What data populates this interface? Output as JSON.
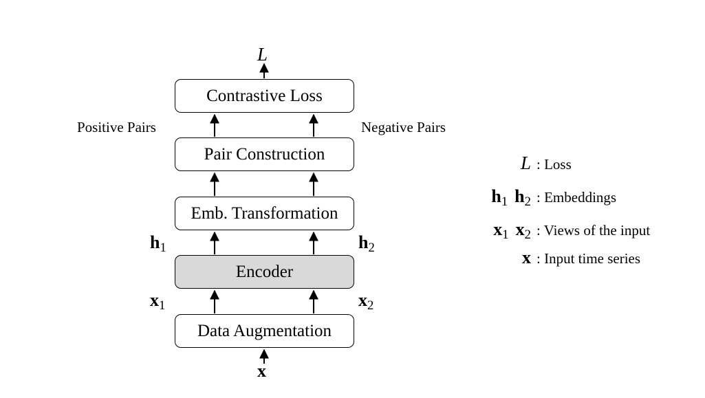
{
  "diagram": {
    "output_symbol": "L",
    "input_symbol": "x",
    "boxes": {
      "contrastive_loss": "Contrastive Loss",
      "pair_construction": "Pair Construction",
      "emb_transformation": "Emb. Transformation",
      "encoder": "Encoder",
      "data_augmentation": "Data Augmentation"
    },
    "side_labels": {
      "positive_pairs": "Positive Pairs",
      "negative_pairs": "Negative Pairs"
    },
    "vars": {
      "h": "h",
      "x": "x",
      "sub1": "1",
      "sub2": "2"
    },
    "encoder_fill": "#d9d9d9"
  },
  "legend": {
    "loss": {
      "symbol": "L",
      "text": ": Loss"
    },
    "embeddings": {
      "text": ": Embeddings"
    },
    "views": {
      "text": ": Views of the input"
    },
    "input": {
      "symbol": "x",
      "text": ": Input time series"
    }
  }
}
